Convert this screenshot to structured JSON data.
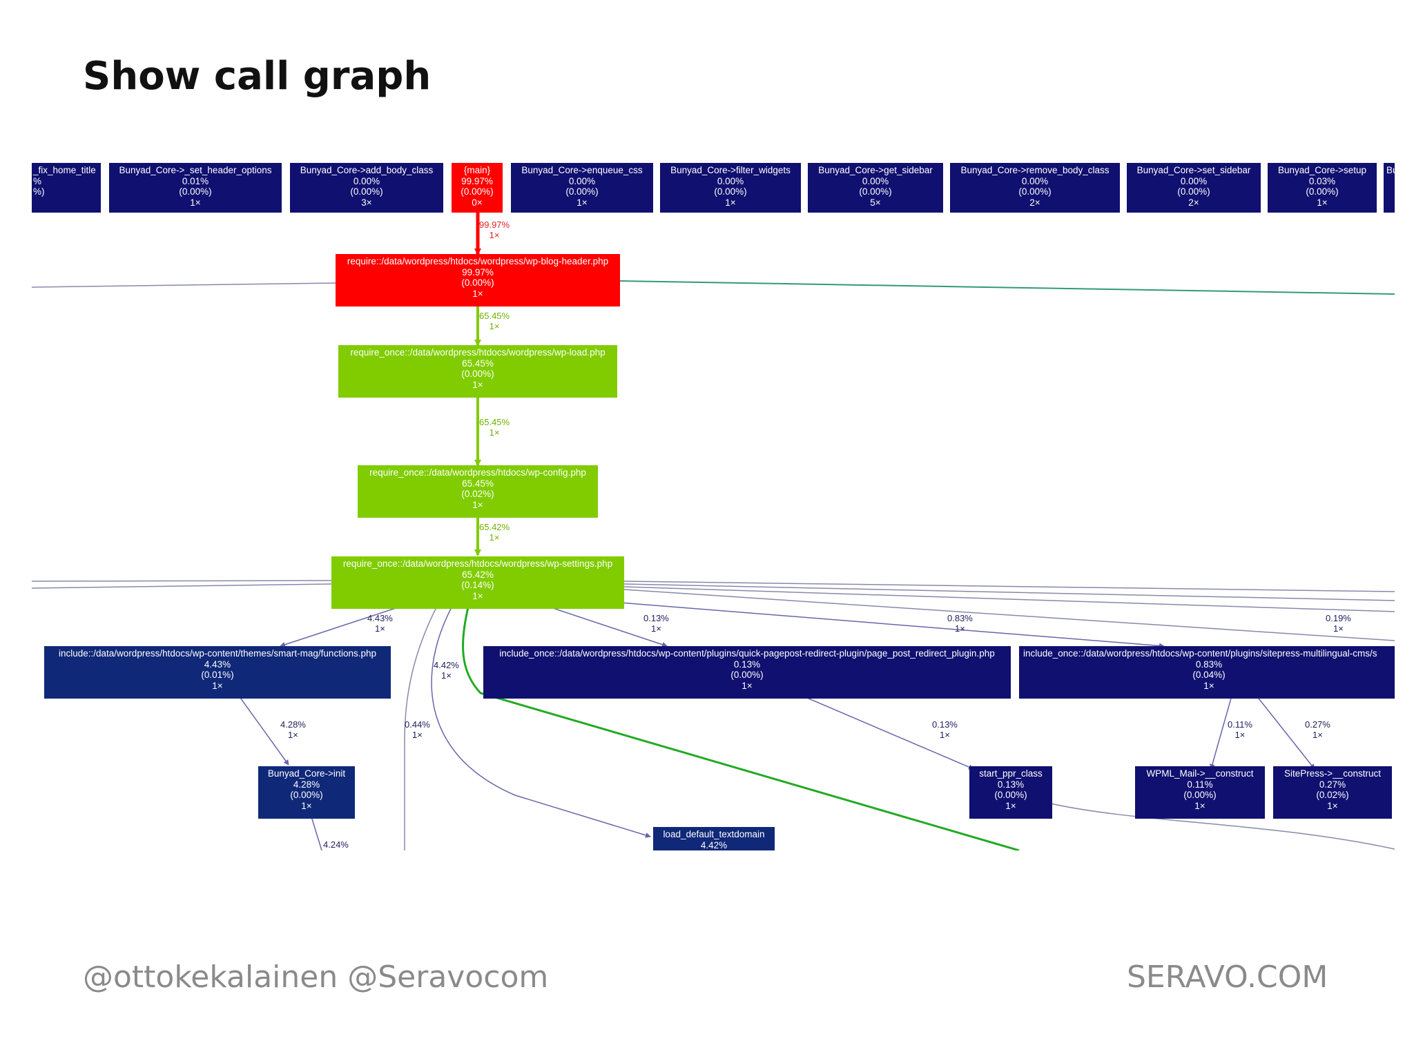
{
  "slide": {
    "title": "Show call graph",
    "footer_left": "@ottokekalainen @Seravocom",
    "footer_right": "SERAVO.COM"
  },
  "colors": {
    "hot": "#ff0000",
    "warm": "#80cc00",
    "cold": "#101070",
    "edge_thin": "#8888aa",
    "edge_green": "#22aa22",
    "edge_teal": "#339977"
  },
  "graph": {
    "nodes": [
      {
        "id": "n0",
        "lines": [
          "_fix_home_title",
          "%",
          "%)",
          ""
        ]
      },
      {
        "id": "n1",
        "lines": [
          "Bunyad_Core->_set_header_options",
          "0.01%",
          "(0.00%)",
          "1×"
        ]
      },
      {
        "id": "n2",
        "lines": [
          "Bunyad_Core->add_body_class",
          "0.00%",
          "(0.00%)",
          "3×"
        ]
      },
      {
        "id": "n3",
        "lines": [
          "{main}",
          "99.97%",
          "(0.00%)",
          "0×"
        ]
      },
      {
        "id": "n4",
        "lines": [
          "Bunyad_Core->enqueue_css",
          "0.00%",
          "(0.00%)",
          "1×"
        ]
      },
      {
        "id": "n5",
        "lines": [
          "Bunyad_Core->filter_widgets",
          "0.00%",
          "(0.00%)",
          "1×"
        ]
      },
      {
        "id": "n6",
        "lines": [
          "Bunyad_Core->get_sidebar",
          "0.00%",
          "(0.00%)",
          "5×"
        ]
      },
      {
        "id": "n7",
        "lines": [
          "Bunyad_Core->remove_body_class",
          "0.00%",
          "(0.00%)",
          "2×"
        ]
      },
      {
        "id": "n8",
        "lines": [
          "Bunyad_Core->set_sidebar",
          "0.00%",
          "(0.00%)",
          "2×"
        ]
      },
      {
        "id": "n9",
        "lines": [
          "Bunyad_Core->setup",
          "0.03%",
          "(0.00%)",
          "1×"
        ]
      },
      {
        "id": "n10",
        "lines": [
          "Bu",
          "",
          "",
          ""
        ]
      },
      {
        "id": "n11",
        "lines": [
          "require::/data/wordpress/htdocs/wordpress/wp-blog-header.php",
          "99.97%",
          "(0.00%)",
          "1×"
        ]
      },
      {
        "id": "n12",
        "lines": [
          "require_once::/data/wordpress/htdocs/wordpress/wp-load.php",
          "65.45%",
          "(0.00%)",
          "1×"
        ]
      },
      {
        "id": "n13",
        "lines": [
          "require_once::/data/wordpress/htdocs/wp-config.php",
          "65.45%",
          "(0.02%)",
          "1×"
        ]
      },
      {
        "id": "n14",
        "lines": [
          "require_once::/data/wordpress/htdocs/wordpress/wp-settings.php",
          "65.42%",
          "(0.14%)",
          "1×"
        ]
      },
      {
        "id": "n15",
        "lines": [
          "include::/data/wordpress/htdocs/wp-content/themes/smart-mag/functions.php",
          "4.43%",
          "(0.01%)",
          "1×"
        ]
      },
      {
        "id": "n16",
        "lines": [
          "include_once::/data/wordpress/htdocs/wp-content/plugins/quick-pagepost-redirect-plugin/page_post_redirect_plugin.php",
          "0.13%",
          "(0.00%)",
          "1×"
        ]
      },
      {
        "id": "n17",
        "lines": [
          "include_once::/data/wordpress/htdocs/wp-content/plugins/sitepress-multilingual-cms/s",
          "0.83%",
          "(0.04%)",
          "1×"
        ]
      },
      {
        "id": "n18",
        "lines": [
          "Bunyad_Core->init",
          "4.28%",
          "(0.00%)",
          "1×"
        ]
      },
      {
        "id": "n19",
        "lines": [
          "start_ppr_class",
          "0.13%",
          "(0.00%)",
          "1×"
        ]
      },
      {
        "id": "n20",
        "lines": [
          "WPML_Mail->__construct",
          "0.11%",
          "(0.00%)",
          "1×"
        ]
      },
      {
        "id": "n21",
        "lines": [
          "SitePress->__construct",
          "0.27%",
          "(0.02%)",
          "1×"
        ]
      },
      {
        "id": "n22",
        "lines": [
          "load_default_textdomain",
          "4.42%",
          "",
          ""
        ]
      }
    ],
    "edge_labels": [
      {
        "id": "e0",
        "pct": "99.97%",
        "calls": "1×"
      },
      {
        "id": "e1",
        "pct": "65.45%",
        "calls": "1×"
      },
      {
        "id": "e2",
        "pct": "65.45%",
        "calls": "1×"
      },
      {
        "id": "e3",
        "pct": "65.42%",
        "calls": "1×"
      },
      {
        "id": "e4",
        "pct": "4.43%",
        "calls": "1×"
      },
      {
        "id": "e5",
        "pct": "0.13%",
        "calls": "1×"
      },
      {
        "id": "e6",
        "pct": "0.83%",
        "calls": "1×"
      },
      {
        "id": "e7",
        "pct": "0.19%",
        "calls": "1×"
      },
      {
        "id": "e8",
        "pct": "4.42%",
        "calls": "1×"
      },
      {
        "id": "e9",
        "pct": "4.28%",
        "calls": "1×"
      },
      {
        "id": "e10",
        "pct": "0.44%",
        "calls": "1×"
      },
      {
        "id": "e11",
        "pct": "0.13%",
        "calls": "1×"
      },
      {
        "id": "e12",
        "pct": "0.11%",
        "calls": "1×"
      },
      {
        "id": "e13",
        "pct": "0.27%",
        "calls": "1×"
      },
      {
        "id": "e14",
        "pct": "4.24%",
        "calls": ""
      }
    ]
  }
}
